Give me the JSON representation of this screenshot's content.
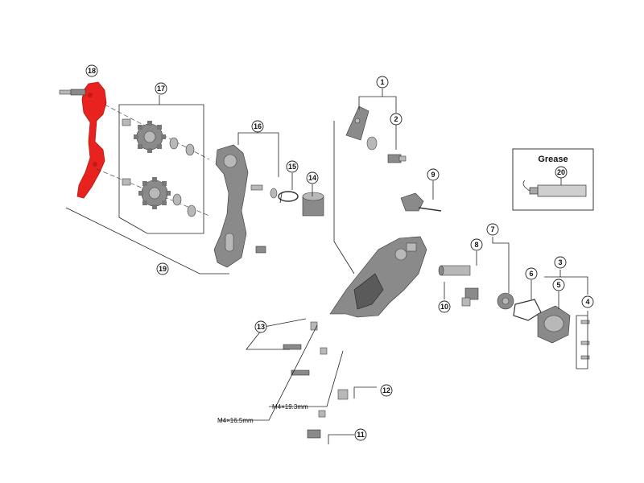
{
  "callouts": [
    "1",
    "2",
    "3",
    "4",
    "5",
    "6",
    "7",
    "8",
    "9",
    "10",
    "11",
    "12",
    "13",
    "14",
    "15",
    "16",
    "17",
    "18",
    "19",
    "20"
  ],
  "dimensions": {
    "short_bolt": "M4×19.3mm",
    "long_bolt": "M4×16.5mm"
  },
  "grease_box": {
    "title": "Grease",
    "item": "20"
  },
  "colors": {
    "highlight": "#e8231f",
    "part": "#8a8a8a",
    "line": "#222222"
  }
}
